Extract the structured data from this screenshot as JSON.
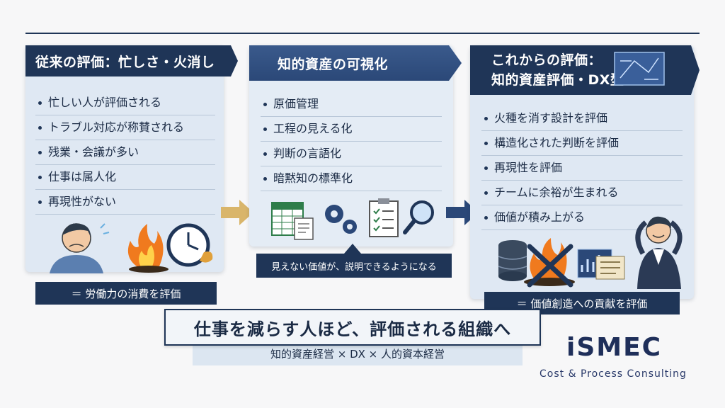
{
  "left_panel": {
    "title": "従来の評価：忙しさ・火消し",
    "items": [
      "忙しい人が評価される",
      "トラブル対応が称賛される",
      "残業・会議が多い",
      "仕事は属人化",
      "再現性がない"
    ],
    "caption": "＝ 労働力の消費を評価"
  },
  "middle_panel": {
    "title": "知的資産の可視化",
    "items": [
      "原価管理",
      "工程の見える化",
      "判断の言語化",
      "暗黙知の標準化"
    ],
    "caption": "見えない価値が、説明できるようになる"
  },
  "right_panel": {
    "title_line1": "これからの評価：",
    "title_line2": "知的資産評価・DX型",
    "items": [
      "火種を消す設計を評価",
      "構造化された判断を評価",
      "再現性を評価",
      "チームに余裕が生まれる",
      "価値が積み上がる"
    ],
    "caption": "＝ 価値創造への貢献を評価"
  },
  "banner": {
    "main": "仕事を減らす人ほど、評価される組織へ",
    "sub": "知的資産経営 × DX × 人的資本経営"
  },
  "brand": {
    "logo": "iSMEC",
    "tagline": "Cost & Process Consulting"
  },
  "colors": {
    "navy": "#1f3557",
    "panel": "#dfe8f3",
    "arrow_gold": "#d9b56a",
    "arrow_navy": "#2b4878"
  },
  "icons": [
    "worried-person-icon",
    "fire-icon",
    "clock-icon",
    "spreadsheet-icon",
    "gears-icon",
    "checklist-icon",
    "magnifier-icon",
    "relaxed-person-icon",
    "database-icon",
    "crossed-fire-icon",
    "dashboard-icon",
    "blueprint-icon"
  ]
}
